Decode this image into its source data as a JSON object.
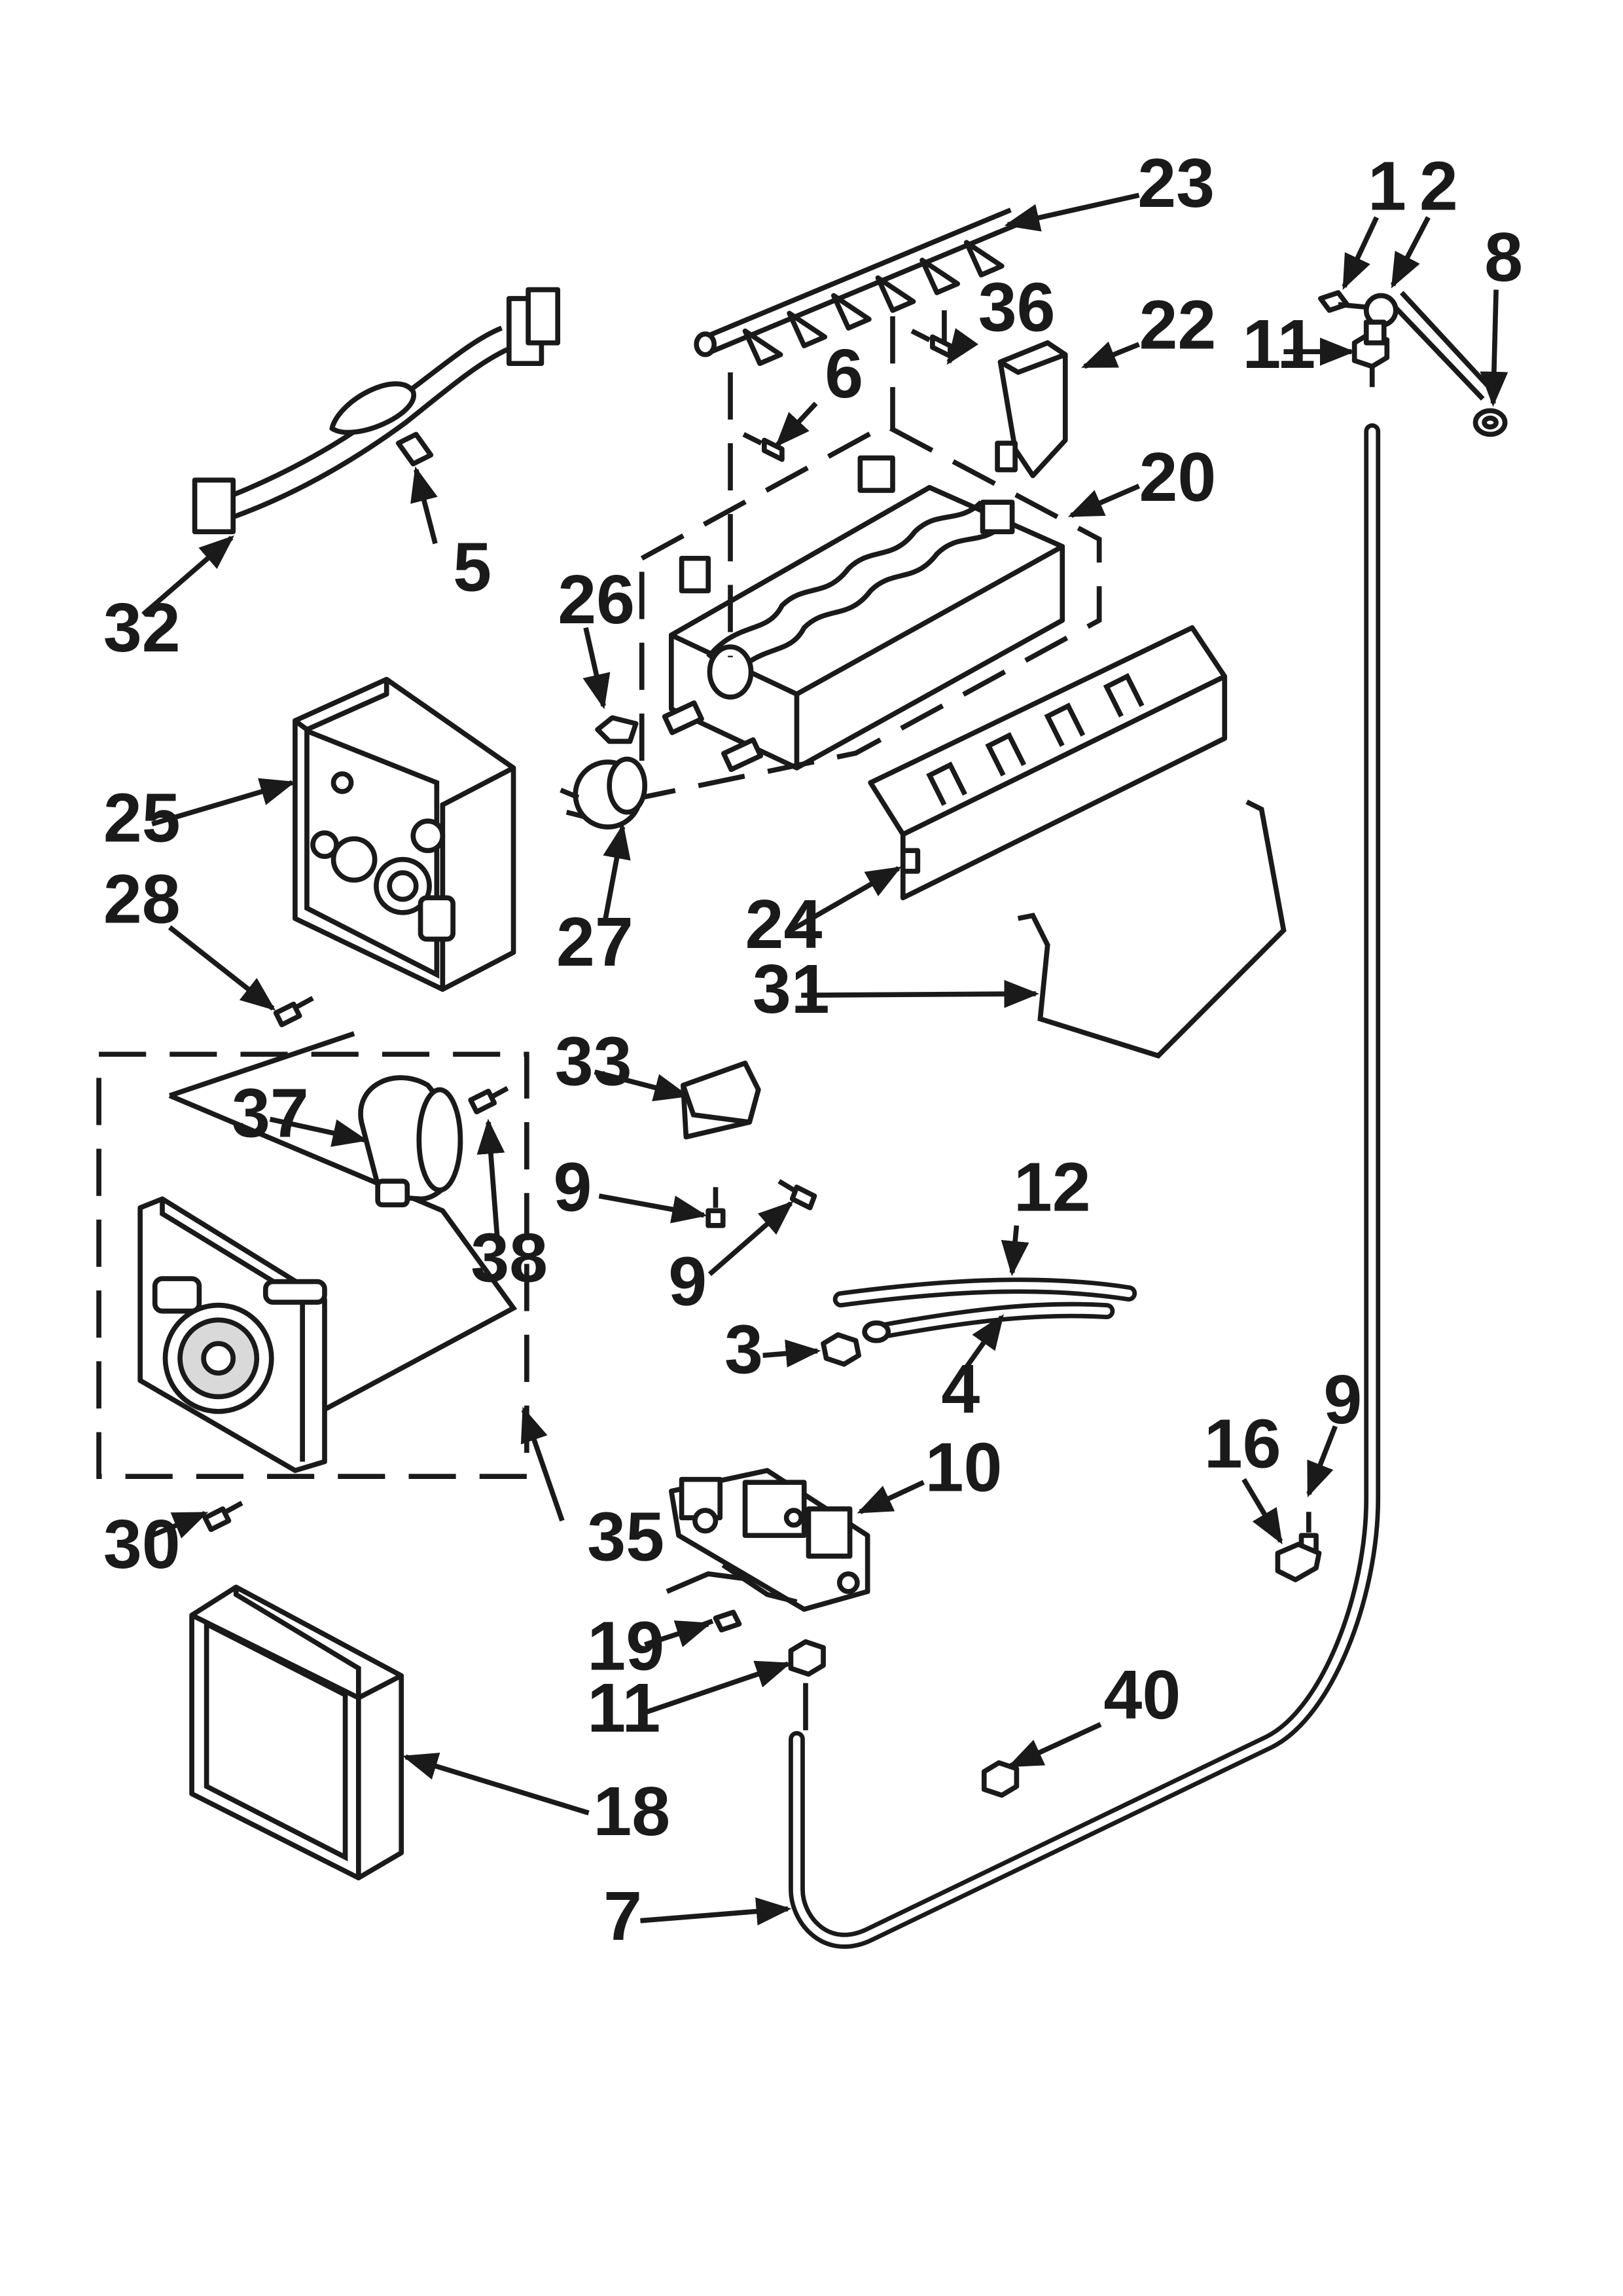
{
  "callouts": [
    {
      "id": "c1",
      "text": "1"
    },
    {
      "id": "c2",
      "text": "2"
    },
    {
      "id": "c3",
      "text": "3"
    },
    {
      "id": "c4",
      "text": "4"
    },
    {
      "id": "c5",
      "text": "5"
    },
    {
      "id": "c6",
      "text": "6"
    },
    {
      "id": "c7",
      "text": "7"
    },
    {
      "id": "c8",
      "text": "8"
    },
    {
      "id": "c9a",
      "text": "9"
    },
    {
      "id": "c9b",
      "text": "9"
    },
    {
      "id": "c9c",
      "text": "9"
    },
    {
      "id": "c10",
      "text": "10"
    },
    {
      "id": "c11a",
      "text": "11"
    },
    {
      "id": "c11b",
      "text": "11"
    },
    {
      "id": "c12",
      "text": "12"
    },
    {
      "id": "c16",
      "text": "16"
    },
    {
      "id": "c18",
      "text": "18"
    },
    {
      "id": "c19",
      "text": "19"
    },
    {
      "id": "c20",
      "text": "20"
    },
    {
      "id": "c22",
      "text": "22"
    },
    {
      "id": "c23",
      "text": "23"
    },
    {
      "id": "c24",
      "text": "24"
    },
    {
      "id": "c25",
      "text": "25"
    },
    {
      "id": "c26",
      "text": "26"
    },
    {
      "id": "c27",
      "text": "27"
    },
    {
      "id": "c28",
      "text": "28"
    },
    {
      "id": "c30",
      "text": "30"
    },
    {
      "id": "c31",
      "text": "31"
    },
    {
      "id": "c32",
      "text": "32"
    },
    {
      "id": "c33",
      "text": "33"
    },
    {
      "id": "c35",
      "text": "35"
    },
    {
      "id": "c36",
      "text": "36"
    },
    {
      "id": "c37",
      "text": "37"
    },
    {
      "id": "c38",
      "text": "38"
    },
    {
      "id": "c40",
      "text": "40"
    }
  ]
}
